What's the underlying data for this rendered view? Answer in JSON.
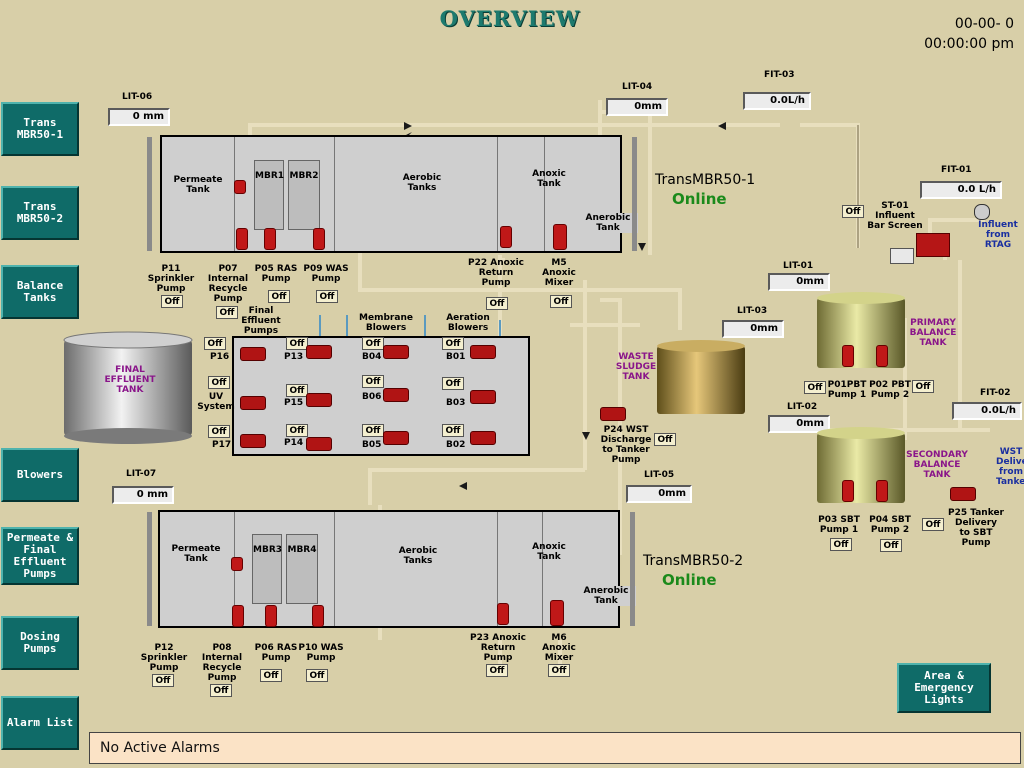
{
  "header": {
    "title": "OVERVIEW",
    "date": "00-00-     0",
    "time": "00:00:00 pm"
  },
  "nav": [
    {
      "label": "Trans\nMBR50-1"
    },
    {
      "label": "Trans\nMBR50-2"
    },
    {
      "label": "Balance\nTanks"
    },
    {
      "label": "Blowers"
    },
    {
      "label": "Permeate &\nFinal\nEffluent\nPumps"
    },
    {
      "label": "Dosing\nPumps"
    },
    {
      "label": "Alarm List"
    }
  ],
  "area_button": "Area &\nEmergency\nLights",
  "alarm": {
    "text": "No Active Alarms"
  },
  "instruments": {
    "lit06": {
      "tag": "LIT-06",
      "value": "0 mm"
    },
    "lit04": {
      "tag": "LIT-04",
      "value": "0mm"
    },
    "fit03": {
      "tag": "FIT-03",
      "value": "0.0L/h"
    },
    "fit01": {
      "tag": "FIT-01",
      "value": "0.0 L/h"
    },
    "lit01": {
      "tag": "LIT-01",
      "value": "0mm"
    },
    "lit03": {
      "tag": "LIT-03",
      "value": "0mm"
    },
    "lit02": {
      "tag": "LIT-02",
      "value": "0mm"
    },
    "fit02": {
      "tag": "FIT-02",
      "value": "0.0L/h"
    },
    "lit07": {
      "tag": "LIT-07",
      "value": "0 mm"
    },
    "lit05": {
      "tag": "LIT-05",
      "value": "0mm"
    }
  },
  "train1": {
    "name": "TransMBR50-1",
    "status": "Online",
    "zones": {
      "permeate": "Permeate\nTank",
      "mbr_a": "MBR1",
      "mbr_b": "MBR2",
      "aerobic": "Aerobic\nTanks",
      "anoxic": "Anoxic\nTank",
      "anerobic": "Anerobic\nTank"
    },
    "pumps": {
      "p11": "P11\nSprinkler\nPump",
      "p07": "P07\nInternal\nRecycle\nPump",
      "p05": "P05 RAS\nPump",
      "p09": "P09 WAS\nPump",
      "p22": "P22 Anoxic\nReturn\nPump",
      "m5": "M5\nAnoxic\nMixer"
    }
  },
  "train2": {
    "name": "TransMBR50-2",
    "status": "Online",
    "zones": {
      "permeate": "Permeate\nTank",
      "mbr_a": "MBR3",
      "mbr_b": "MBR4",
      "aerobic": "Aerobic\nTanks",
      "anoxic": "Anoxic\nTank",
      "anerobic": "Anerobic\nTank"
    },
    "pumps": {
      "p12": "P12\nSprinkler\nPump",
      "p08": "P08\nInternal\nRecycle\nPump",
      "p06": "P06 RAS\nPump",
      "p10": "P10 WAS\nPump",
      "p23": "P23 Anoxic\nReturn\nPump",
      "m6": "M6\nAnoxic\nMixer"
    }
  },
  "blower_room": {
    "final_effluent_pumps": "Final\nEffluent\nPumps",
    "membrane_blowers": "Membrane\nBlowers",
    "aeration_blowers": "Aeration\nBlowers",
    "p16": "P16",
    "p13": "P13",
    "p15": "P15",
    "p17": "P17",
    "p14": "P14",
    "b04": "B04",
    "b06": "B06",
    "b05": "B05",
    "b01": "B01",
    "b03": "B03",
    "b02": "B02",
    "uv": "UV\nSystem"
  },
  "final_effluent_tank": "FINAL\nEFFLUENT\nTANK",
  "waste_sludge": {
    "label": "WASTE\nSLUDGE\nTANK",
    "p24": "P24 WST\nDischarge\nto Tanker\nPump"
  },
  "balance": {
    "st01": "ST-01\nInfluent\nBar Screen",
    "influent": "Influent\nfrom\nRTAG",
    "primary": "PRIMARY\nBALANCE\nTANK",
    "secondary": "SECONDARY\nBALANCE\nTANK",
    "p01": "P01PBT\nPump 1",
    "p02": "P02 PBT\nPump 2",
    "p03": "P03 SBT\nPump 1",
    "p04": "P04 SBT\nPump 2",
    "wst": "WST\nDelivery\nfrom\nTanker",
    "p25": "P25 Tanker\nDelivery\nto SBT\nPump"
  },
  "off_text": "Off",
  "colors": {
    "background": "#d8cfa8",
    "nav": "#0f6b68",
    "online": "#1b8a1b",
    "pump": "#c01818"
  }
}
